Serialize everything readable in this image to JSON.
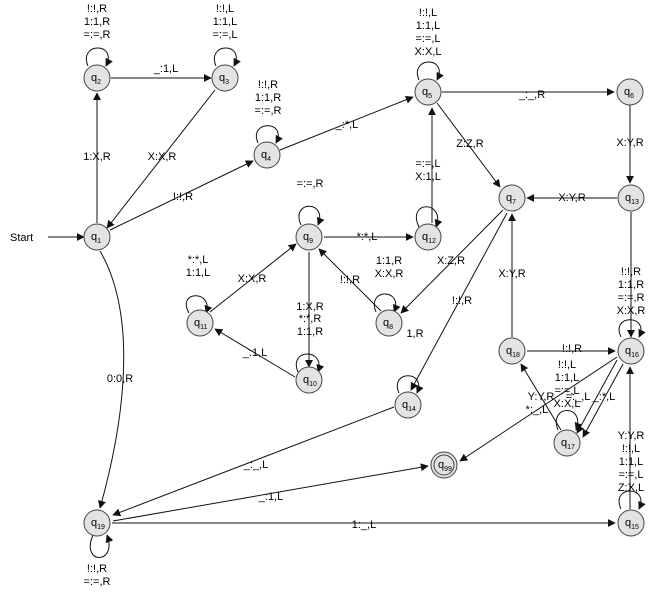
{
  "diagram": {
    "accent_color": "#d94a3a",
    "start_label": "Start",
    "states": [
      {
        "id": "q1",
        "name": "q",
        "sub": "1"
      },
      {
        "id": "q2",
        "name": "q",
        "sub": "2"
      },
      {
        "id": "q3",
        "name": "q",
        "sub": "3"
      },
      {
        "id": "q4",
        "name": "q",
        "sub": "4"
      },
      {
        "id": "q5",
        "name": "q",
        "sub": "5"
      },
      {
        "id": "q6",
        "name": "q",
        "sub": "6"
      },
      {
        "id": "q7",
        "name": "q",
        "sub": "7"
      },
      {
        "id": "q8",
        "name": "q",
        "sub": "8"
      },
      {
        "id": "q9",
        "name": "q",
        "sub": "9"
      },
      {
        "id": "q10",
        "name": "q",
        "sub": "10"
      },
      {
        "id": "q11",
        "name": "q",
        "sub": "11"
      },
      {
        "id": "q12",
        "name": "q",
        "sub": "12"
      },
      {
        "id": "q13",
        "name": "q",
        "sub": "13"
      },
      {
        "id": "q14",
        "name": "q",
        "sub": "14"
      },
      {
        "id": "q15",
        "name": "q",
        "sub": "15"
      },
      {
        "id": "q16",
        "name": "q",
        "sub": "16"
      },
      {
        "id": "q17",
        "name": "q",
        "sub": "17"
      },
      {
        "id": "q18",
        "name": "q",
        "sub": "18",
        "highlighted": true
      },
      {
        "id": "q19",
        "name": "q",
        "sub": "19"
      },
      {
        "id": "q99",
        "name": "q",
        "sub": "99",
        "accepting": true
      }
    ],
    "labels": [
      {
        "id": "q2_loop",
        "lines": [
          "!:!,R",
          "1:1,R",
          "=:=,R"
        ]
      },
      {
        "id": "q3_loop",
        "lines": [
          "!:!,L",
          "1:1,L",
          "=:=,L"
        ]
      },
      {
        "id": "q4_loop",
        "lines": [
          "!:!,R",
          "1:1,R",
          "=:=,R"
        ]
      },
      {
        "id": "q5_loop",
        "lines": [
          "!:!,L",
          "1:1,L",
          "=:=,L",
          "X:X,L"
        ]
      },
      {
        "id": "q9_loop",
        "lines": [
          "=:=,R"
        ]
      },
      {
        "id": "q11_loop",
        "lines": [
          "*:*,L",
          "1:1,L"
        ]
      },
      {
        "id": "q12_loop",
        "lines": [
          "=:=,L",
          "X:1,L"
        ]
      },
      {
        "id": "q8_loop",
        "lines": [
          "1:1,R",
          "X:X,R"
        ]
      },
      {
        "id": "q10_loop",
        "lines": [
          "*:*,R",
          "1:1,R"
        ]
      },
      {
        "id": "q19_loop",
        "lines": [
          "!:!,R",
          "=:=,R"
        ]
      },
      {
        "id": "q16_loop",
        "lines": [
          "!:!,R",
          "1:1,R",
          "=:=,R",
          "X:X,R"
        ]
      },
      {
        "id": "q15_loop",
        "lines": [
          "Y:Y,R",
          "!:!,L",
          "1:1,L",
          "=:=,L",
          "Z:X,L"
        ]
      },
      {
        "id": "q17_loop",
        "lines": [
          "!:!,L",
          "1:1,L",
          "=:=,L",
          "X:X,L"
        ]
      },
      {
        "id": "e_q2_q3",
        "lines": [
          "_:1,L"
        ]
      },
      {
        "id": "e_q1_q2",
        "lines": [
          "1:X,R"
        ]
      },
      {
        "id": "e_q3_q1",
        "lines": [
          "X:X,R"
        ]
      },
      {
        "id": "e_q1_q4",
        "lines": [
          "!:!,R"
        ]
      },
      {
        "id": "e_q4_q5",
        "lines": [
          "_:*,L"
        ]
      },
      {
        "id": "e_q5_q6",
        "lines": [
          "_:_,R"
        ]
      },
      {
        "id": "e_q6_q13",
        "lines": [
          "X:Y,R"
        ]
      },
      {
        "id": "e_q5_q7",
        "lines": [
          "Z:Z,R"
        ]
      },
      {
        "id": "e_q13_q7",
        "lines": [
          "X:Y,R"
        ]
      },
      {
        "id": "e_q9_q12",
        "lines": [
          "*:*,L"
        ]
      },
      {
        "id": "e_q11_q9",
        "lines": [
          "X:X,R"
        ]
      },
      {
        "id": "e_q9_q10",
        "lines": [
          "1:X,R"
        ]
      },
      {
        "id": "e_q10_q11",
        "lines": [
          "_:1,L"
        ]
      },
      {
        "id": "e_q8_q9",
        "lines": [
          "!:!,R"
        ]
      },
      {
        "id": "e_q7_q8",
        "lines": [
          "X:Z,R"
        ]
      },
      {
        "id": "e_q7_q14",
        "lines": [
          "!:!,R"
        ]
      },
      {
        "id": "e_q14_loop",
        "lines": [
          "1,R"
        ]
      },
      {
        "id": "e_q18_q7",
        "lines": [
          "X:Y,R"
        ]
      },
      {
        "id": "e_q18_q16",
        "lines": [
          "!:!,R"
        ]
      },
      {
        "id": "e_q17_q18",
        "lines": [
          "Y:Y,R"
        ]
      },
      {
        "id": "e_q17_q99",
        "lines": [
          "*:_,L"
        ]
      },
      {
        "id": "e_q16_q17a",
        "lines": [
          "=:_,L"
        ]
      },
      {
        "id": "e_q16_q17b",
        "lines": [
          "_:*,L"
        ]
      },
      {
        "id": "e_q1_q19",
        "lines": [
          "0:0,R"
        ]
      },
      {
        "id": "e_q14_q19",
        "lines": [
          "_:_,L"
        ]
      },
      {
        "id": "e_q19_q99",
        "lines": [
          "_:1,L"
        ]
      },
      {
        "id": "e_q19_q15",
        "lines": [
          "1:_,L"
        ]
      }
    ]
  }
}
